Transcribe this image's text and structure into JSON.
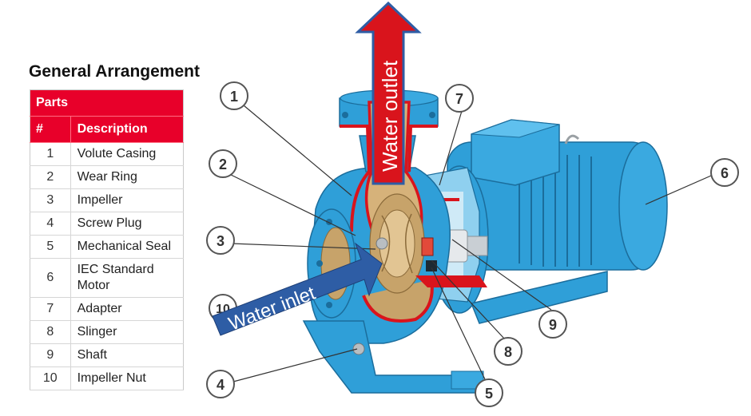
{
  "heading": "General Arrangement",
  "table": {
    "title": "Parts",
    "columns": [
      "#",
      "Description"
    ],
    "rows": [
      {
        "num": "1",
        "desc": "Volute Casing"
      },
      {
        "num": "2",
        "desc": "Wear Ring"
      },
      {
        "num": "3",
        "desc": "Impeller"
      },
      {
        "num": "4",
        "desc": "Screw Plug"
      },
      {
        "num": "5",
        "desc": "Mechanical Seal"
      },
      {
        "num": "6",
        "desc": "IEC Standard Motor"
      },
      {
        "num": "7",
        "desc": "Adapter"
      },
      {
        "num": "8",
        "desc": "Slinger"
      },
      {
        "num": "9",
        "desc": "Shaft"
      },
      {
        "num": "10",
        "desc": "Impeller Nut"
      }
    ]
  },
  "arrows": {
    "outlet": "Water outlet",
    "inlet": "Water inlet"
  },
  "callouts": [
    "1",
    "2",
    "3",
    "4",
    "5",
    "6",
    "7",
    "8",
    "9",
    "10"
  ],
  "colors": {
    "header_red": "#e8002a",
    "pump_blue": "#2f9fd8",
    "section_red": "#d9141c",
    "bronze": "#c7a36a",
    "arrow_blue": "#2e5da5"
  }
}
